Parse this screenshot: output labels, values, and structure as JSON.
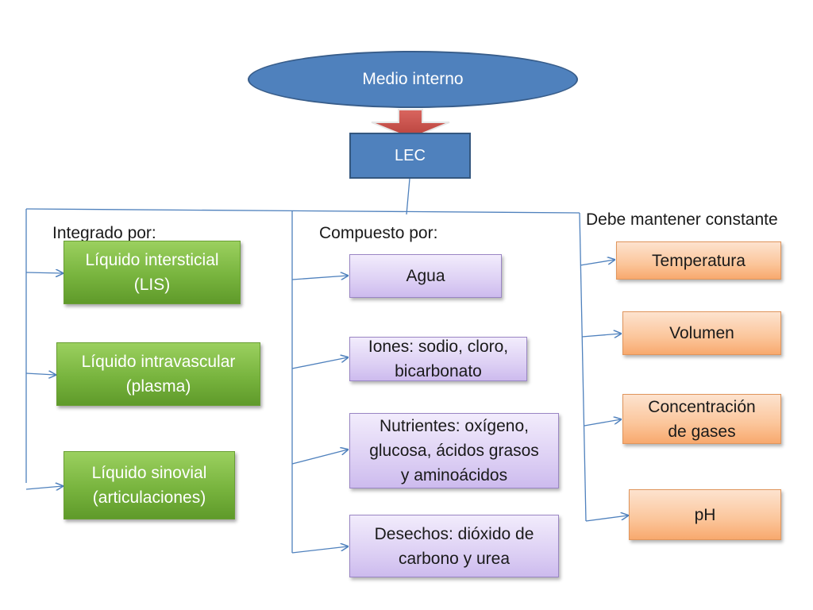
{
  "root": {
    "label": "Medio interno"
  },
  "lec": {
    "label": "LEC"
  },
  "headings": {
    "integrado": "Integrado por:",
    "compuesto": "Compuesto por:",
    "constante": "Debe mantener constante"
  },
  "integrado_items": [
    "Líquido intersticial\n(LIS)",
    "Líquido intravascular\n(plasma)",
    "Líquido sinovial\n(articulaciones)"
  ],
  "compuesto_items": [
    "Agua",
    "Iones: sodio, cloro,\nbicarbonato",
    "Nutrientes: oxígeno,\nglucosa, ácidos grasos\ny aminoácidos",
    "Desechos: dióxido de\ncarbono y urea"
  ],
  "constante_items": [
    "Temperatura",
    "Volumen",
    "Concentración\nde gases",
    "pH"
  ],
  "colors": {
    "ellipse": "#4f81bd",
    "lec": "#4f81bd",
    "connector": "#4f81bd",
    "down_arrow": "#c0504d",
    "green_box": "#78b43e",
    "purple_box": "#ddd0f4",
    "orange_box": "#fbc59a"
  }
}
